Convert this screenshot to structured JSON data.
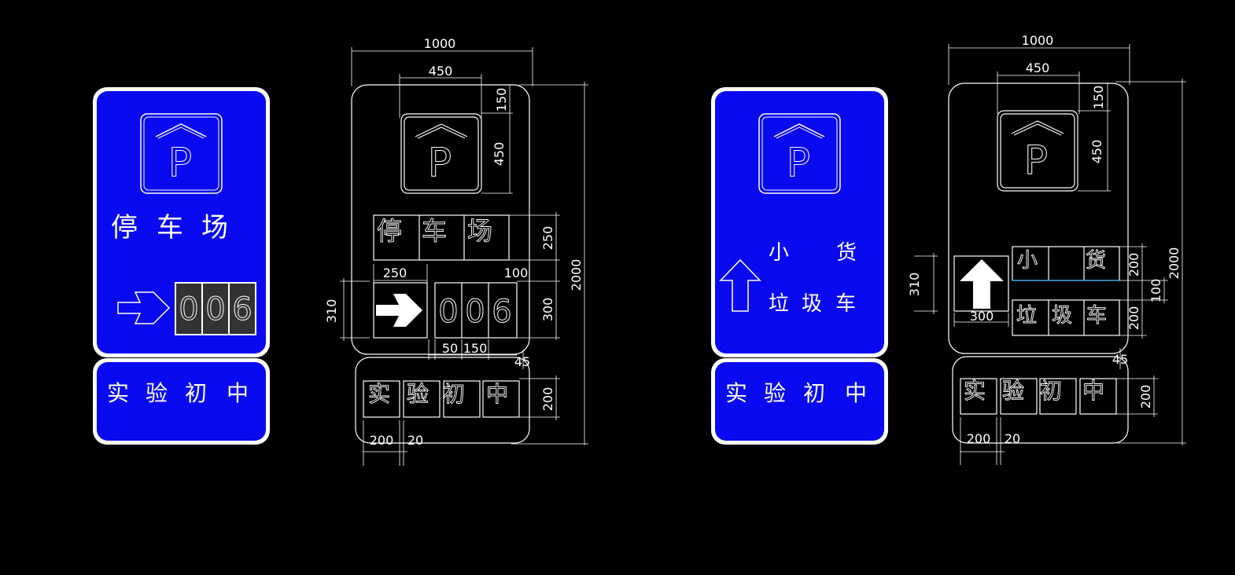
{
  "colors": {
    "background": "#000000",
    "sign_blue": "#0a0af0",
    "line": "#ffffff",
    "digit_bg": "#333333",
    "cyan_line": "#2b9bd6"
  },
  "icons": {
    "parking": "parking-p-icon",
    "arrow_right": "arrow-right-icon",
    "arrow_up": "arrow-up-icon"
  },
  "sign1": {
    "title_chars": [
      "停",
      "车",
      "场"
    ],
    "digits": [
      "0",
      "0",
      "6"
    ],
    "bottom_chars": [
      "实",
      "验",
      "初",
      "中"
    ],
    "parking_letter": "P"
  },
  "drawing1": {
    "title_chars": [
      "停",
      "车",
      "场"
    ],
    "digits": [
      "0",
      "0",
      "6"
    ],
    "bottom_chars": [
      "实",
      "验",
      "初",
      "中"
    ],
    "parking_letter": "P",
    "dims": {
      "width_total": "1000",
      "width_icon": "450",
      "top_margin": "150",
      "icon_height": "450",
      "title_height": "250",
      "overall_height": "2000",
      "arrow_width": "250",
      "gap_100": "100",
      "row_height_300": "300",
      "arrow_height": "310",
      "gap_50": "50",
      "digit_width": "150",
      "gap_45": "45",
      "bottom_height": "200",
      "bottom_char_width": "200",
      "bottom_gap": "20"
    }
  },
  "sign2": {
    "row1_chars": [
      "小",
      "货"
    ],
    "row2_chars": [
      "垃",
      "圾",
      "车"
    ],
    "bottom_chars": [
      "实",
      "验",
      "初",
      "中"
    ],
    "parking_letter": "P"
  },
  "drawing2": {
    "row1_chars": [
      "小",
      "货"
    ],
    "row2_chars": [
      "垃",
      "圾",
      "车"
    ],
    "bottom_chars": [
      "实",
      "验",
      "初",
      "中"
    ],
    "parking_letter": "P",
    "dims": {
      "width_total": "1000",
      "width_icon": "450",
      "top_margin": "150",
      "icon_height": "450",
      "overall_height": "2000",
      "row1_height": "200",
      "row_gap": "100",
      "row2_height": "200",
      "arrow_height": "310",
      "arrow_width": "300",
      "gap_45": "45",
      "bottom_height": "200",
      "bottom_char_width": "200",
      "bottom_gap": "20"
    }
  }
}
